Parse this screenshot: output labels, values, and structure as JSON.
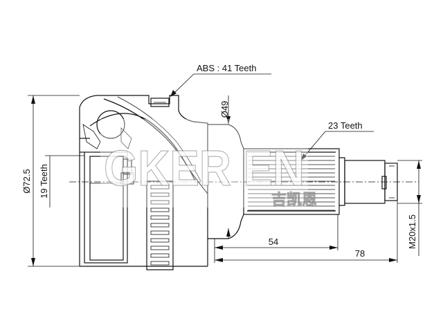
{
  "diagram": {
    "labels": {
      "abs_teeth": "ABS : 41 Teeth",
      "outer_teeth": "23 Teeth",
      "inner_teeth": "19 Teeth",
      "outer_diameter": "Ø72.5",
      "bell_diameter": "Ø49",
      "length_54": "54",
      "length_78": "78",
      "thread": "M20x1.5"
    },
    "watermark": {
      "brand": "GKER EN",
      "sub": "吉凯恩"
    }
  }
}
